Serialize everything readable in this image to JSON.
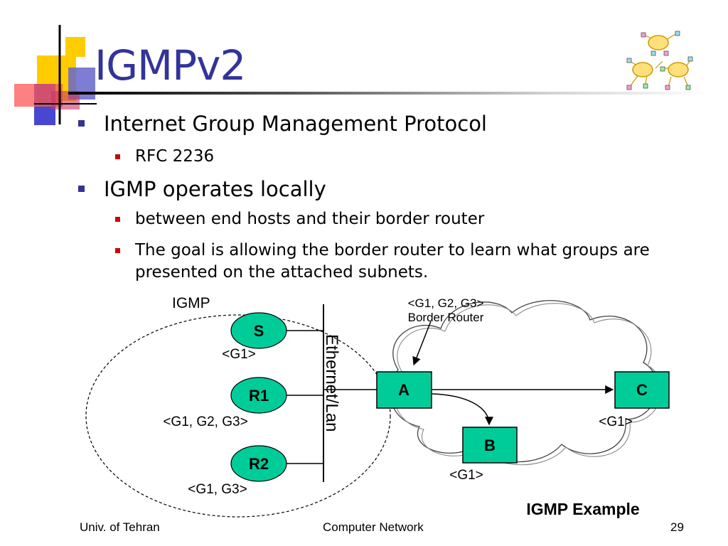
{
  "slide": {
    "title": "IGMPv2",
    "bullets": [
      {
        "text": "Internet Group Management Protocol",
        "sub": [
          "RFC 2236"
        ]
      },
      {
        "text": "IGMP operates locally",
        "sub": [
          "between end hosts and their border router",
          "The goal is allowing the border router to learn what groups are presented on the attached subnets."
        ]
      }
    ]
  },
  "diagram": {
    "region_label": "IGMP",
    "lan_label": "Ethernet/Lan",
    "hosts": [
      {
        "name": "S",
        "groups": "<G1>"
      },
      {
        "name": "R1",
        "groups": "<G1, G2, G3>"
      },
      {
        "name": "R2",
        "groups": "<G1, G3>"
      }
    ],
    "routers": [
      {
        "name": "A"
      },
      {
        "name": "B",
        "groups": "<G1>"
      },
      {
        "name": "C",
        "groups": "<G1>"
      }
    ],
    "border_router_groups": "<G1, G2, G3>",
    "border_router_label": "Border Router",
    "caption": "IGMP Example",
    "colors": {
      "node_fill": "#00cc99",
      "title": "#333399",
      "primary_bullet": "#333399",
      "secondary_bullet": "#cc0000"
    }
  },
  "footer": {
    "left": "Univ. of Tehran",
    "center": "Computer Network",
    "page": "29"
  }
}
